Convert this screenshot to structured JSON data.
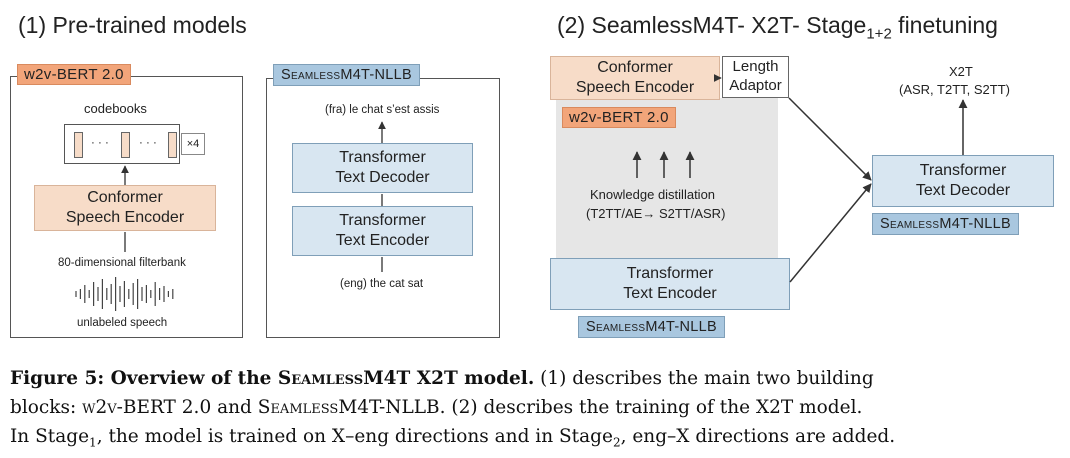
{
  "left_title": "(1) Pre-trained models",
  "right_title": "(2) SeamlessM4T- X2T- Stage",
  "right_title_sub": "1+2",
  "right_title_end": " finetuning",
  "panel_w2v": {
    "tag": "w2v-BERT 2.0",
    "codebooks_label": "codebooks",
    "codebook_dots_1": "· · ·",
    "codebook_dots_2": "· · ·",
    "repeat_label": "×4",
    "encoder_label_1": "Conformer",
    "encoder_label_2": "Speech Encoder",
    "filterbank_label": "80-dimensional filterbank",
    "speech_label": "unlabeled speech"
  },
  "panel_nllb": {
    "tag": "SeamlessM4T-NLLB",
    "output_text": "(fra) le chat s’est assis",
    "decoder_label_1": "Transformer",
    "decoder_label_2": "Text Decoder",
    "encoder_label_1": "Transformer",
    "encoder_label_2": "Text Encoder",
    "input_text": "(eng) the cat sat"
  },
  "finetune": {
    "speech_encoder_1": "Conformer",
    "speech_encoder_2": "Speech Encoder",
    "length_adaptor_1": "Length",
    "length_adaptor_2": "Adaptor",
    "w2v_tag": "w2v-BERT 2.0",
    "kd_label_1": "Knowledge distillation",
    "kd_label_2": "(T2TT/AE→ S2TT/ASR)",
    "text_encoder_1": "Transformer",
    "text_encoder_2": "Text Encoder",
    "nllb_tag_bottom": "SeamlessM4T-NLLB",
    "x2t_label_1": "X2T",
    "x2t_label_2": "(ASR, T2TT, S2TT)",
    "text_decoder_1": "Transformer",
    "text_decoder_2": "Text Decoder",
    "nllb_tag_right": "SeamlessM4T-NLLB"
  },
  "caption": {
    "fig_label": "Figure 5: Overview of the ",
    "fig_sc": "Seamless",
    "fig_label_end": "M4T X2T model.",
    "line1_rest": " (1) describes the main two building",
    "line2_a": "blocks: ",
    "line2_sc1": "w2v-BERT",
    "line2_b": " 2.0 and ",
    "line2_sc2": "Seamless",
    "line2_c": "M4T-NLLB. (2) describes the training of the X2T model.",
    "line3_a": "In Stage",
    "line3_sub1": "1",
    "line3_b": ", the model is trained on X–eng directions and in Stage",
    "line3_sub2": "2",
    "line3_c": ", eng–X directions are added."
  },
  "colors": {
    "conformer_fill": "#f7dcc8",
    "w2v_tag": "#f2a57a",
    "transformer_fill": "#d8e6f1",
    "nllb_tag": "#a9c7df",
    "kd_panel": "#e6e6e6"
  }
}
